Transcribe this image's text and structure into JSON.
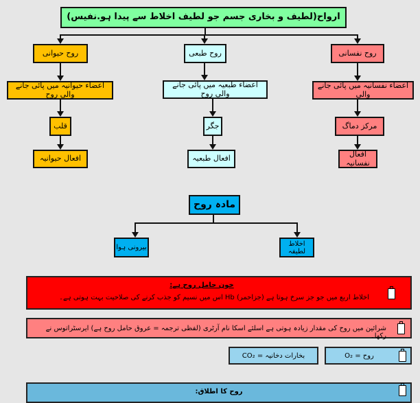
{
  "title": "ارواح(لطیف و بخاری جسم جو لطیف اخلاط سے پیدا ہو.نفیس)",
  "columns": [
    {
      "name": "روح حیوانی",
      "desc": "اعضاء حیوانیہ میں پائی جانے والی روح",
      "organ": "قلب",
      "action": "افعال حیوانیہ",
      "color": "#ffc000"
    },
    {
      "name": "روح طبعی",
      "desc": "اعضاء طبعیہ میں پائی جانے والی روح",
      "organ": "جگر",
      "action": "افعال طبعیہ",
      "color": "#ccffff"
    },
    {
      "name": "روح نفسانی",
      "desc": "اعضاء نفسانیہ میں پائی جانے والی",
      "organ": "مرکز دماگ",
      "action": "افعال نفسانیہ",
      "color": "#ff8080"
    }
  ],
  "matter": {
    "title": "مادہ روح",
    "left": "بیرونی ہوا",
    "right": "اخلاط لطیفہ"
  },
  "notes": {
    "blood_title": "خون حامل روح ہے:",
    "blood_text": "اخلاط اربع میں جو جز سرخ ہوتا ہے (جزاحمر) Hb اس میں نسیم کو جذب کرنے کی صلاحیت بہت ہوتی ہے۔",
    "artery_text": "شرائین میں روح کی مقدار زیادہ ہوتی ہے اسلئے اسکا نام آرٹری (لفظی ترجمہ = عروق حامل روح ہے) ایرسٹراتوس نے رکھا۔",
    "co2": "بخارات دخانیہ = CO₂",
    "o2": "روح = O₂",
    "usage_title": "روح کا اطلاق:"
  }
}
